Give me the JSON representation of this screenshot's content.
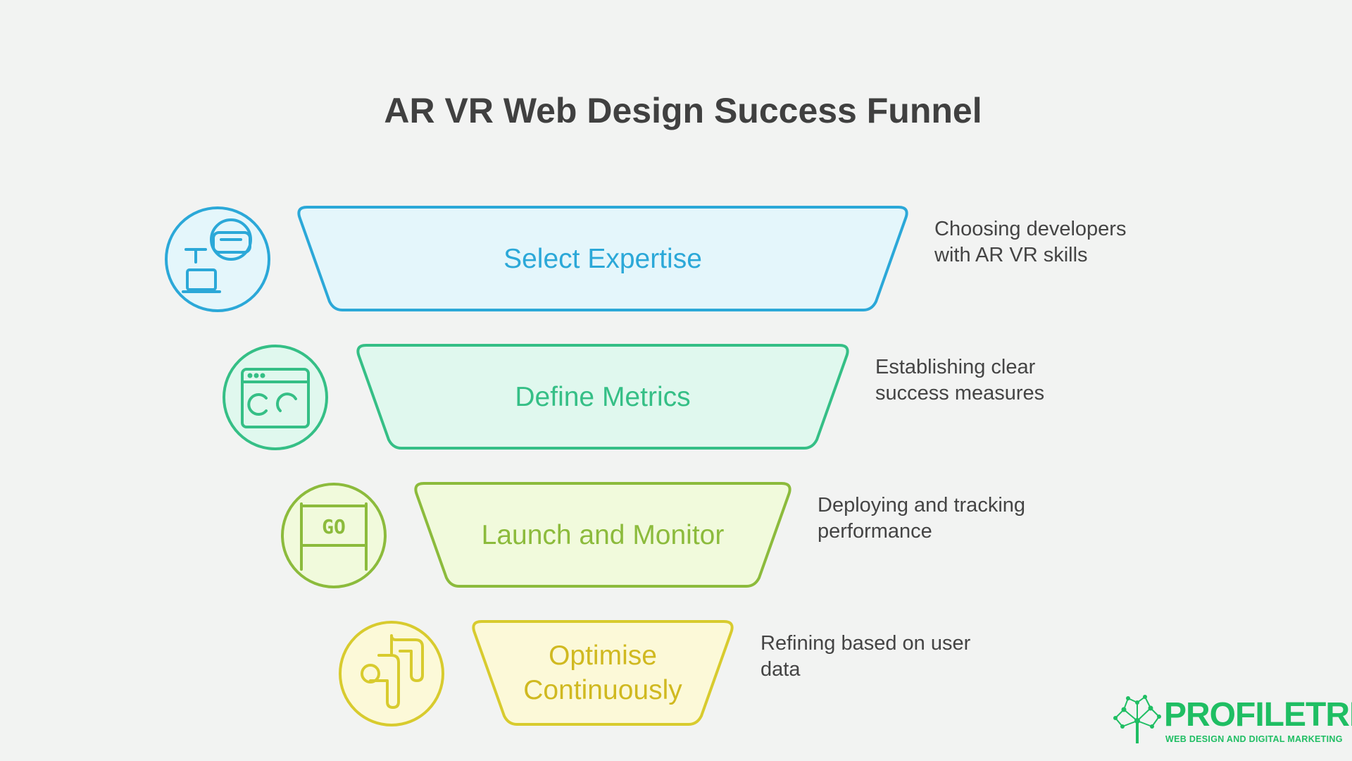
{
  "title": "AR VR Web Design Success Funnel",
  "stages": [
    {
      "label": "Select Expertise",
      "description": "Choosing developers with AR VR skills",
      "icon": "vr-headset-developer-icon",
      "stroke": "#2ba8d8",
      "fill": "#e4f6fb"
    },
    {
      "label": "Define Metrics",
      "description": "Establishing clear success measures",
      "icon": "dashboard-gauges-icon",
      "stroke": "#35bf86",
      "fill": "#e0f8ee"
    },
    {
      "label": "Launch and Monitor",
      "description": "Deploying and tracking performance",
      "icon": "go-sign-icon",
      "stroke": "#8cbb3c",
      "fill": "#f1fadc"
    },
    {
      "label": "Optimise Continuously",
      "description": "Refining based on user data",
      "icon": "pipeline-arrow-icon",
      "stroke": "#d8cb2e",
      "fill": "#fcf9d8"
    }
  ],
  "logo": {
    "name": "PROFILETREE",
    "tagline": "WEB DESIGN AND DIGITAL MARKETING",
    "color": "#1fbe63"
  }
}
